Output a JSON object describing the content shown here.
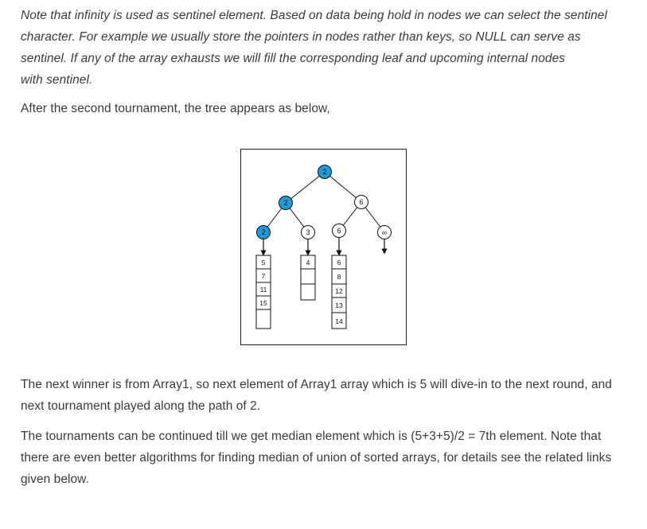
{
  "note_lines": [
    "Note that infinity is used as sentinel element. Based on data being hold in nodes we can select the sentinel",
    "character. For example we usually store the pointers in nodes rather than keys, so NULL can serve as",
    "sentinel. If any of the array exhausts we will fill the corresponding leaf and upcoming internal nodes",
    "with sentinel."
  ],
  "intro": "After the second tournament, the tree appears as below,",
  "tree": {
    "highlight_color": "#1e9ad6",
    "nodes": {
      "root": "2",
      "left_internal": "2",
      "right_internal": "6",
      "leaf_1": "2",
      "leaf_2": "3",
      "leaf_3": "6",
      "leaf_4": "∞"
    },
    "arrays": {
      "array1": [
        "5",
        "7",
        "11",
        "15",
        ""
      ],
      "array2": [
        "4",
        "",
        ""
      ],
      "array3": [
        "6",
        "8",
        "12",
        "13",
        "14"
      ]
    }
  },
  "next_lines": [
    "The next winner is from Array1, so next element of Array1 array which is 5 will dive-in to the next round, and",
    "next tournament played along the path of 2."
  ],
  "cont_lines": [
    "The tournaments can be continued till we get median element which is (5+3+5)/2 = 7th element. Note that",
    "there are even better algorithms for finding median of union of sorted arrays, for details see the related links",
    "given below."
  ]
}
